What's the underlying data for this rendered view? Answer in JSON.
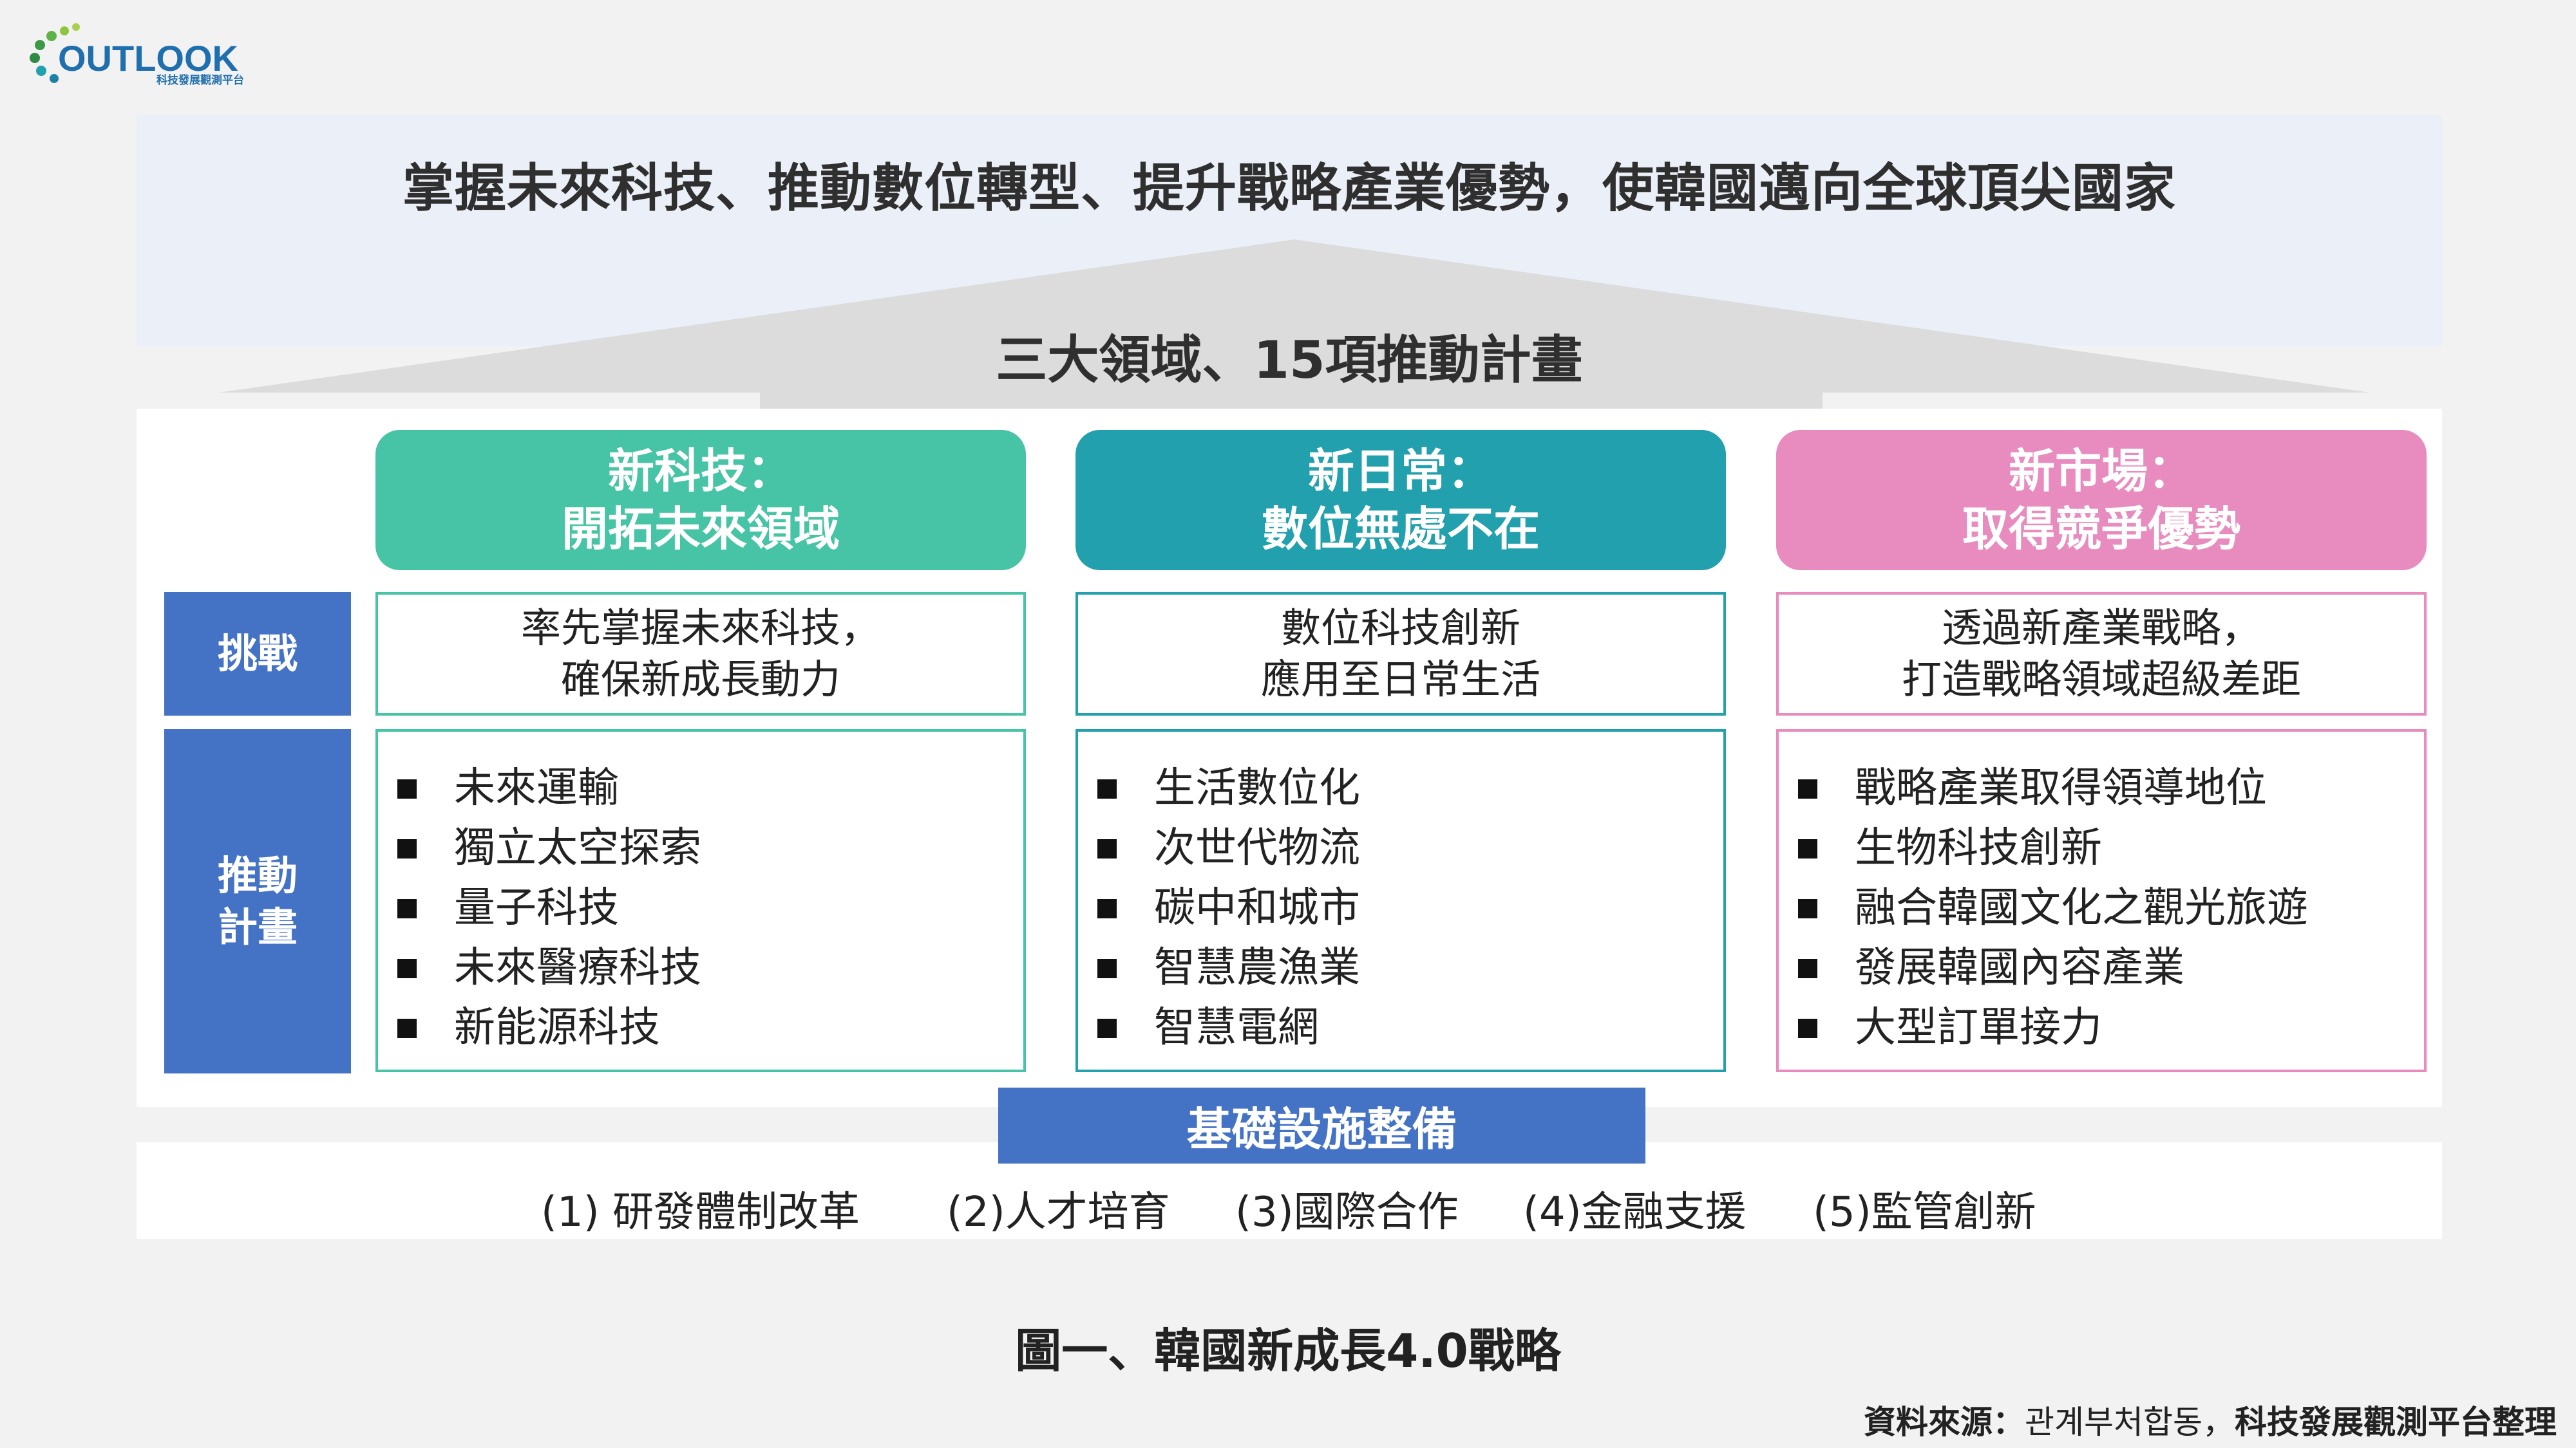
{
  "logo": {
    "wordmark": "OUTLOOK",
    "tagline": "科技發展觀測平台"
  },
  "vision": "掌握未來科技、推動數位轉型、提升戰略產業優勢，使韓國邁向全球頂尖國家",
  "areas_title": "三大領域、15項推動計畫",
  "row_labels": {
    "challenge": "挑戰",
    "plans_line1": "推動",
    "plans_line2": "計畫"
  },
  "columns": [
    {
      "header_line1": "新科技：",
      "header_line2": "開拓未來領域",
      "color": "#47c4a5",
      "border_color": "#47c4a5",
      "challenge_line1": "率先掌握未來科技，",
      "challenge_line2": "確保新成長動力",
      "plans": [
        "未來運輸",
        "獨立太空探索",
        "量子科技",
        "未來醫療科技",
        "新能源科技"
      ]
    },
    {
      "header_line1": "新日常：",
      "header_line2": "數位無處不在",
      "color": "#23a0ad",
      "border_color": "#23a0ad",
      "challenge_line1": "數位科技創新",
      "challenge_line2": "應用至日常生活",
      "plans": [
        "生活數位化",
        "次世代物流",
        "碳中和城市",
        "智慧農漁業",
        "智慧電網"
      ]
    },
    {
      "header_line1": "新市場：",
      "header_line2": "取得競爭優勢",
      "color": "#e88cbf",
      "border_color": "#e88cbf",
      "challenge_line1": "透過新產業戰略，",
      "challenge_line2": "打造戰略領域超級差距",
      "plans": [
        "戰略產業取得領導地位",
        "生物科技創新",
        "融合韓國文化之觀光旅遊",
        "發展韓國內容產業",
        "大型訂單接力"
      ]
    }
  ],
  "infrastructure": {
    "title": "基礎設施整備",
    "items": [
      "(1) 研發體制改革",
      "(2)人才培育",
      "(3)國際合作",
      "(4)金融支援",
      "(5)監管創新"
    ]
  },
  "caption": "圖一、韓國新成長4.0戰略",
  "source": {
    "label": "資料來源：",
    "text": "관계부처합동，",
    "org": "科技發展觀測平台整理"
  }
}
